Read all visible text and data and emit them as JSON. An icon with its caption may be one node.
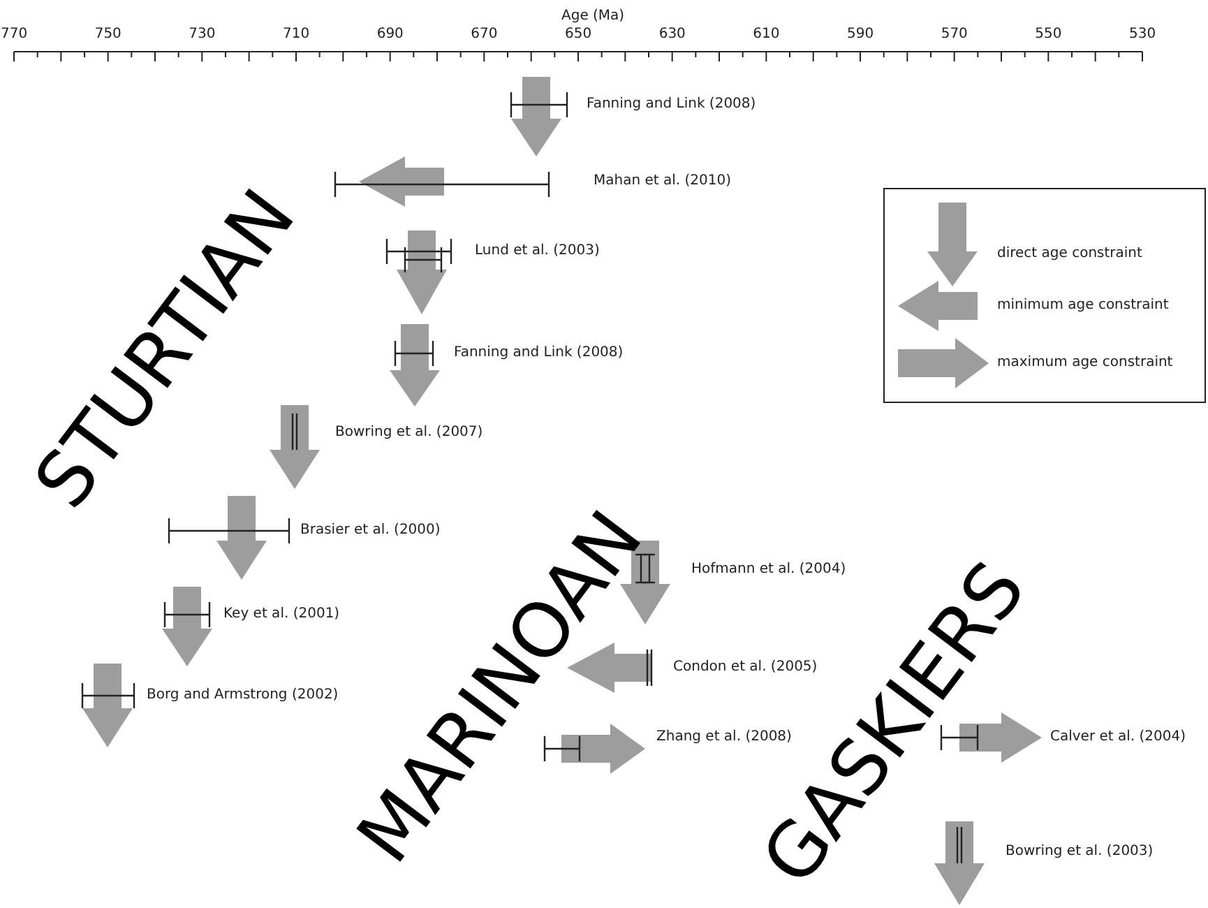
{
  "diagram": {
    "labels": [
      "Age (Ma)",
      "770",
      "750",
      "730",
      "710",
      "690",
      "670",
      "650",
      "630",
      "610",
      "590",
      "570",
      "550",
      "530",
      "Fanning and Link (2008)",
      "Mahan et al. (2010)",
      "Lund et al. (2003)",
      "Fanning and Link (2008)",
      "Bowring et al. (2007)",
      "Brasier et al. (2000)",
      "Hofmann et al. (2004)",
      "Key et al. (2001)",
      "Condon et al. (2005)",
      "Borg and Armstrong (2002)",
      "Zhang et al. (2008)",
      "Calver et al. (2004)",
      "Bowring et al. (2003)",
      "STURTIAN",
      "MARINOAN",
      "GASKIERS"
    ],
    "legend": [
      {
        "text": "direct age constraint"
      },
      {
        "text": "minimum age constraint"
      },
      {
        "text": "maximum age constraint"
      }
    ]
  }
}
